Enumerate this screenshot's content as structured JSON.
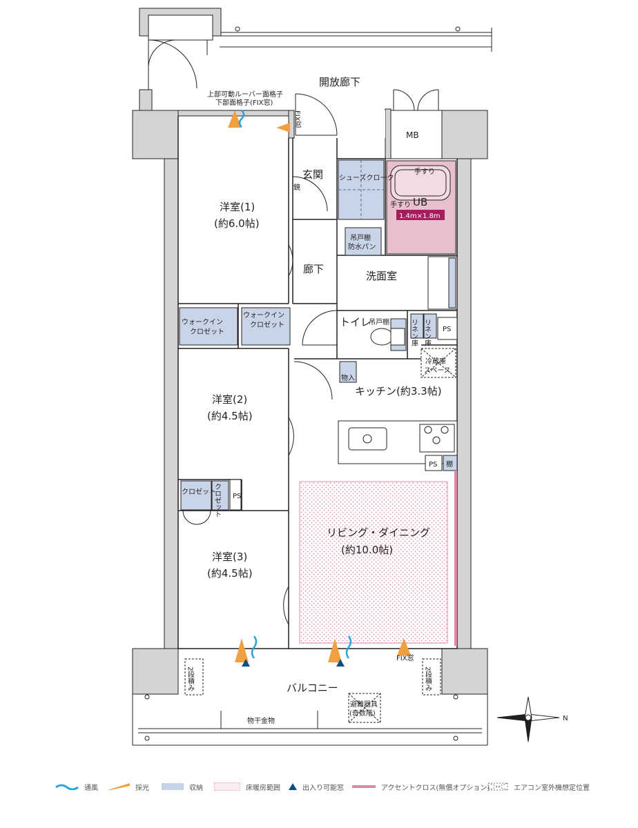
{
  "rooms": {
    "corridor_open": "開放廊下",
    "louver_note_1": "上部可動ルーバー面格子",
    "louver_note_2": "下部面格子(FIX窓)",
    "fix_window_top": "FIX窓",
    "mb": "MB",
    "genkan": "玄関",
    "mirror": "鏡",
    "shoes_closet": "シューズクローク",
    "handrail_1": "手すり",
    "handrail_2": "手すり",
    "ub": "UB",
    "ub_size": "1.4m×1.8m",
    "western_1": "洋室(1)",
    "western_1_size": "(約6.0帖)",
    "hanging_shelf_1": "吊戸棚",
    "waterproof_pan": "防水パン",
    "hallway": "廊下",
    "washroom": "洗面室",
    "walkin_1_a": "ウォークイン",
    "walkin_1_b": "クロゼット",
    "walkin_2_a": "ウォークイン",
    "walkin_2_b": "クロゼット",
    "toilet": "トイレ",
    "hanging_shelf_2": "吊戸棚",
    "linen_1": "リネン庫",
    "linen_2": "リネン庫",
    "ps_1": "PS",
    "fridge_a": "冷蔵庫",
    "fridge_b": "スペース",
    "storage": "物入",
    "kitchen": "キッチン(約3.3帖)",
    "western_2": "洋室(2)",
    "western_2_size": "(約4.5帖)",
    "ps_2": "PS",
    "shelf": "棚",
    "closet": "クロゼット",
    "closet_2": "クロゼット",
    "ps_3": "PS",
    "living": "リビング・ダイニング",
    "living_size": "(約10.0帖)",
    "western_3": "洋室(3)",
    "western_3_size": "(約4.5帖)",
    "fix_window_bottom": "FIX窓",
    "stack_1": "2段積み",
    "stack_2": "2段積み",
    "balcony": "バルコニー",
    "evac_a": "避難器具",
    "evac_b": "(奇数階)",
    "laundry_pole": "物干金物",
    "north": "N"
  },
  "legend": [
    {
      "label": "通風",
      "color": "#2aa3d8"
    },
    {
      "label": "採光",
      "color": "#f0a040"
    },
    {
      "label": "収納",
      "color": "#c5d3e6"
    },
    {
      "label": "床暖房範囲",
      "color": "#e8a9b4"
    },
    {
      "label": "出入り可能窓",
      "color": "#0b4f8a"
    },
    {
      "label": "アクセントクロス(無償オプション)",
      "color": "#d98aa8"
    },
    {
      "label": "エアコン室外機想定位置",
      "color": "#777777"
    }
  ],
  "colors": {
    "wall": "#d4d4d4",
    "storage": "#c8d5e8",
    "bath": "#e7bfcf",
    "ub_badge": "#a51d5c",
    "floor_heat": "#e8a0b0"
  }
}
